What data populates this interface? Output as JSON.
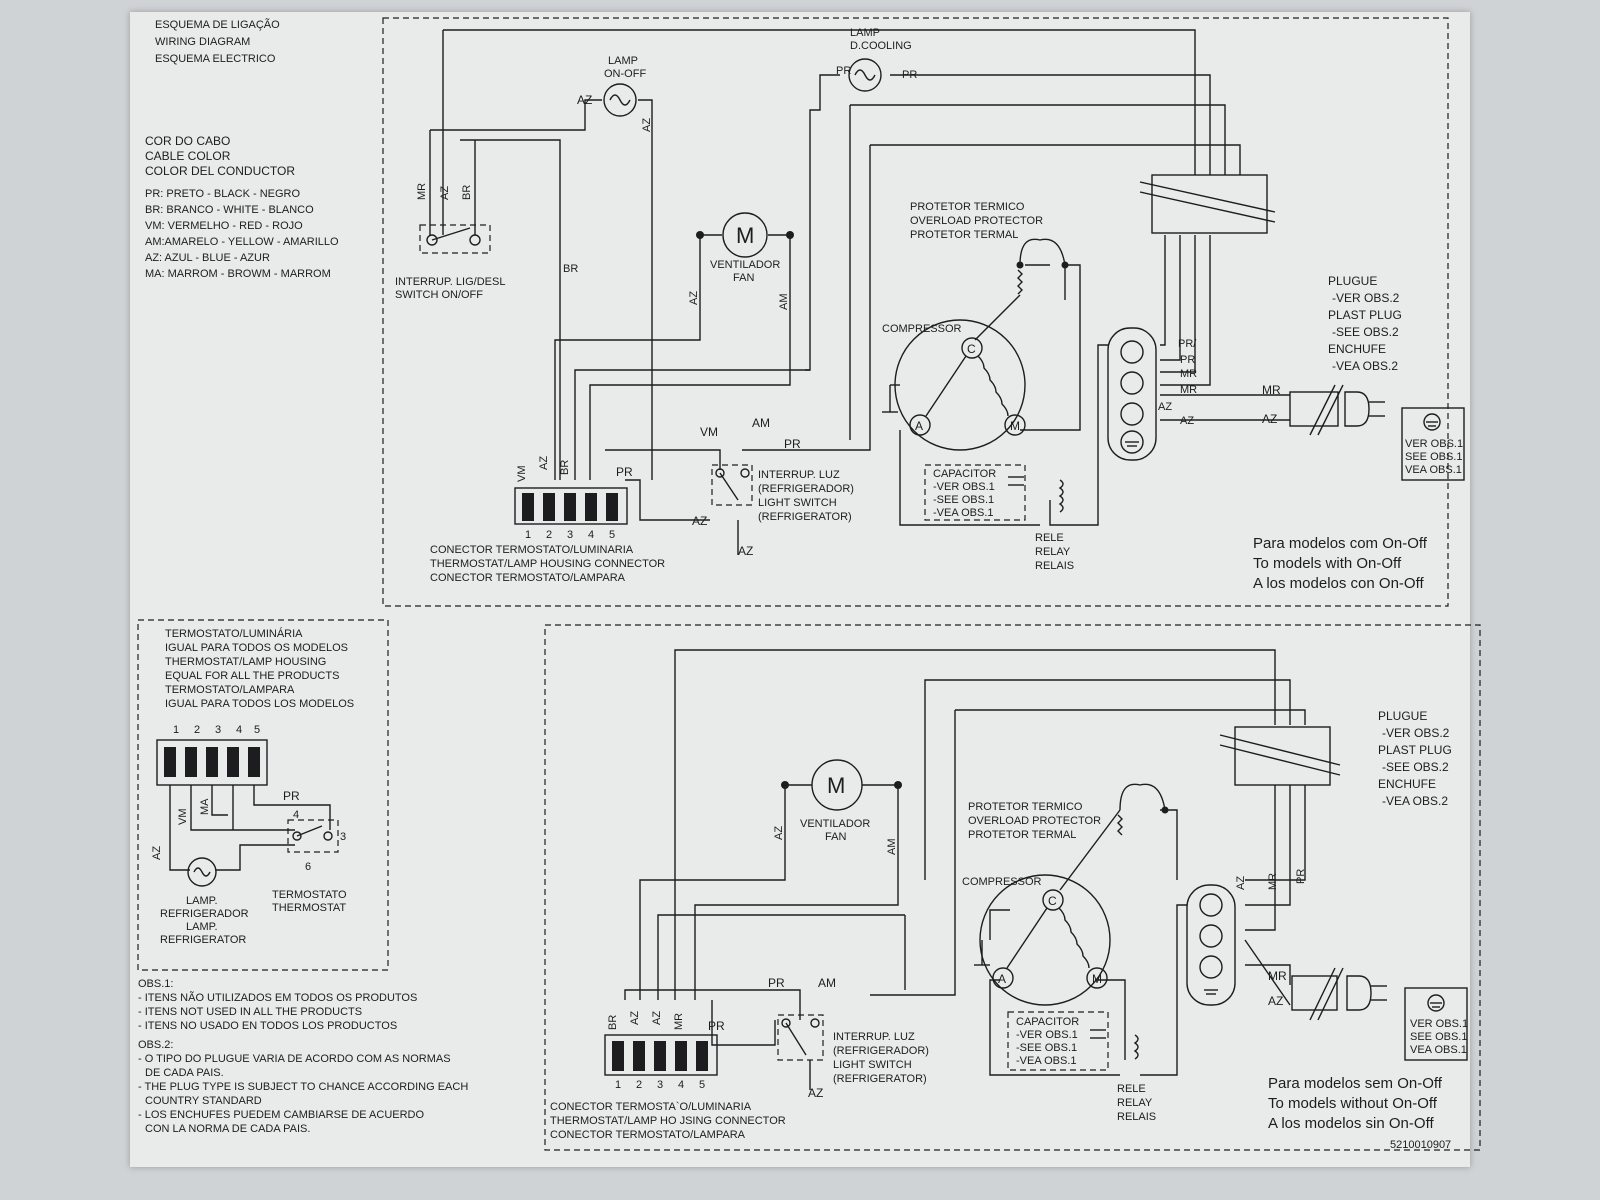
{
  "header": {
    "title_lines": [
      "ESQUEMA DE LIGAÇÃO",
      "WIRING DIAGRAM",
      "ESQUEMA ELECTRICO"
    ]
  },
  "cable_color": {
    "title_lines": [
      "COR DO CABO",
      "CABLE COLOR",
      "COLOR DEL CONDUCTOR"
    ],
    "items": [
      "PR: PRETO - BLACK - NEGRO",
      "BR: BRANCO - WHITE - BLANCO",
      "VM: VERMELHO - RED - ROJO",
      "AM:AMARELO - YELLOW - AMARILLO",
      "AZ: AZUL - BLUE - AZUR",
      "MA: MARROM - BROWM - MARROM"
    ]
  },
  "thermostat_box": {
    "title_lines": [
      "TERMOSTATO/LUMINÁRIA",
      "IGUAL PARA TODOS OS MODELOS",
      "THERMOSTAT/LAMP HOUSING",
      "EQUAL FOR ALL THE PRODUCTS",
      "TERMOSTATO/LAMPARA",
      "IGUAL PARA TODOS LOS MODELOS"
    ],
    "pins": [
      "1",
      "2",
      "3",
      "4",
      "5"
    ],
    "wire_az": "AZ",
    "wire_vm": "VM",
    "wire_ma": "MA",
    "wire_pr": "PR",
    "term_4": "4",
    "term_3": "3",
    "term_6": "6",
    "lamp_lines": [
      "LAMP.",
      "REFRIGERADOR",
      "LAMP.",
      "REFRIGERATOR"
    ],
    "thermostat_lines": [
      "TERMOSTATO",
      "THERMOSTAT"
    ]
  },
  "notes": {
    "obs1": [
      "OBS.1:",
      "- ITENS NÃO UTILIZADOS EM TODOS OS PRODUTOS",
      "- ITENS NOT USED IN ALL THE PRODUCTS",
      "- ITENS NO USADO EN TODOS LOS PRODUCTOS"
    ],
    "obs2": [
      "OBS.2:",
      "- O TIPO DO PLUGUE  VARIA  DE ACORDO COM  AS NORMAS",
      "DE CADA PAIS.",
      "- THE PLUG TYPE IS SUBJECT TO CHANCE ACCORDING EACH",
      "COUNTRY STANDARD",
      "- LOS ENCHUFES PUEDEM CAMBIARSE DE ACUERDO",
      "CON LA  NORMA DE CADA PAIS."
    ]
  },
  "top_diagram": {
    "lamp_onoff": [
      "LAMP",
      "ON-OFF"
    ],
    "lamp_cooling": [
      "LAMP",
      "D.COOLING"
    ],
    "wires": {
      "az": "AZ",
      "pr": "PR",
      "mr": "MR",
      "br": "BR",
      "vm": "VM",
      "am": "AM",
      "pr_slash": "PR/"
    },
    "switch_onoff": [
      "INTERRUP. LIG/DESL",
      "SWITCH  ON/OFF"
    ],
    "fan_symbol": "M",
    "fan_label": [
      "VENTILADOR",
      "FAN"
    ],
    "overload": [
      "PROTETOR TERMICO",
      "OVERLOAD PROTECTOR",
      "PROTETOR TERMAL"
    ],
    "compressor": "COMPRESSOR",
    "comp_c": "C",
    "comp_a": "A",
    "comp_m": "M",
    "capacitor": [
      "CAPACITOR",
      "-VER OBS.1",
      "-SEE OBS.1",
      "-VEA OBS.1"
    ],
    "relay": [
      "RELE",
      "RELAY",
      "RELAIS"
    ],
    "plug": [
      "PLUGUE",
      "-VER OBS.2",
      "PLAST PLUG",
      "-SEE OBS.2",
      "ENCHUFE",
      "-VEA OBS.2"
    ],
    "ground_box": [
      "VER OBS.1",
      "SEE OBS.1",
      "VEA OBS.1"
    ],
    "light_switch": [
      "INTERRUP. LUZ",
      "(REFRIGERADOR)",
      "LIGHT SWITCH",
      "(REFRIGERATOR)"
    ],
    "connector": [
      "CONECTOR TERMOSTATO/LUMINARIA",
      "THERMOSTAT/LAMP HOUSING CONNECTOR",
      "CONECTOR TERMOSTATO/LAMPARA"
    ],
    "pins": [
      "1",
      "2",
      "3",
      "4",
      "5"
    ],
    "footer": [
      "Para modelos com On-Off",
      "To models with On-Off",
      "A los modelos con On-Off"
    ]
  },
  "bottom_diagram": {
    "fan_symbol": "M",
    "fan_label": [
      "VENTILADOR",
      "FAN"
    ],
    "wires": {
      "az": "AZ",
      "am": "AM",
      "pr": "PR",
      "mr": "MR",
      "br": "BR"
    },
    "overload": [
      "PROTETOR TERMICO",
      "OVERLOAD PROTECTOR",
      "PROTETOR TERMAL"
    ],
    "compressor": "COMPRESSOR",
    "comp_c": "C",
    "comp_a": "A",
    "comp_m": "M",
    "capacitor": [
      "CAPACITOR",
      "-VER OBS.1",
      "-SEE OBS.1",
      "-VEA OBS.1"
    ],
    "relay": [
      "RELE",
      "RELAY",
      "RELAIS"
    ],
    "plug": [
      "PLUGUE",
      "-VER OBS.2",
      "PLAST PLUG",
      "-SEE OBS.2",
      "ENCHUFE",
      "-VEA OBS.2"
    ],
    "ground_box": [
      "VER OBS.1",
      "SEE OBS.1",
      "VEA OBS.1"
    ],
    "light_switch": [
      "INTERRUP. LUZ",
      "(REFRIGERADOR)",
      "LIGHT SWITCH",
      "(REFRIGERATOR)"
    ],
    "connector": [
      "CONECTOR TERMOSTA`O/LUMINARIA",
      "THERMOSTAT/LAMP HO JSING CONNECTOR",
      "CONECTOR TERMOSTATO/LAMPARA"
    ],
    "pins": [
      "1",
      "2",
      "3",
      "4",
      "5"
    ],
    "footer": [
      "Para modelos sem On-Off",
      "To models without On-Off",
      "A los modelos sin On-Off"
    ]
  },
  "part_number": "5210010907"
}
